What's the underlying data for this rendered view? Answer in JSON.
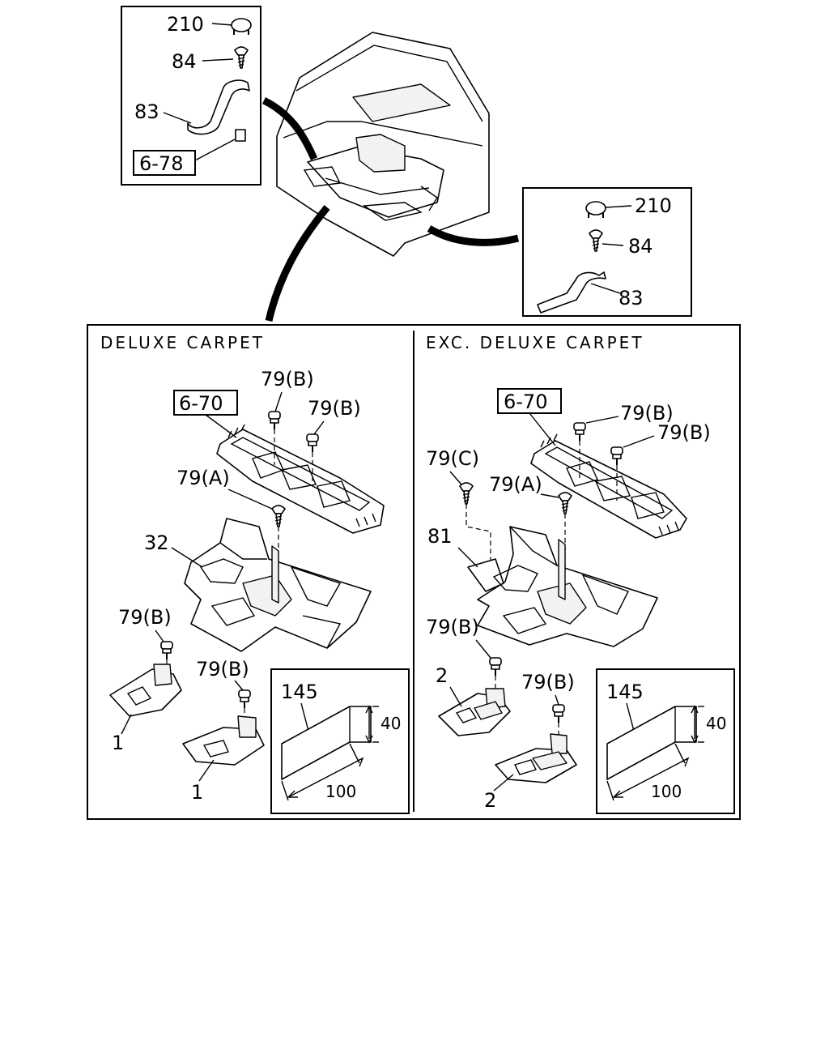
{
  "top_left_callouts": {
    "part_210": "210",
    "part_84": "84",
    "part_83": "83",
    "ref_6_78": "6-78"
  },
  "top_right_callouts": {
    "part_210": "210",
    "part_84": "84",
    "part_83": "83"
  },
  "deluxe": {
    "heading": "DELUXE CARPET",
    "ref_6_70": "6-70",
    "bolt_b_1": "79(B)",
    "bolt_b_2": "79(B)",
    "bolt_a": "79(A)",
    "part_32": "32",
    "bolt_b_3": "79(B)",
    "bolt_b_4": "79(B)",
    "mat_1a": "1",
    "mat_1b": "1",
    "pad": {
      "label": "145",
      "height": "40",
      "length": "100"
    }
  },
  "exc_deluxe": {
    "heading": "EXC. DELUXE CARPET",
    "ref_6_70": "6-70",
    "bolt_b_1": "79(B)",
    "bolt_b_2": "79(B)",
    "bolt_c": "79(C)",
    "bolt_a": "79(A)",
    "part_81": "81",
    "bolt_b_3": "79(B)",
    "bolt_b_4": "79(B)",
    "mat_2a": "2",
    "mat_2b": "2",
    "pad": {
      "label": "145",
      "height": "40",
      "length": "100"
    }
  }
}
